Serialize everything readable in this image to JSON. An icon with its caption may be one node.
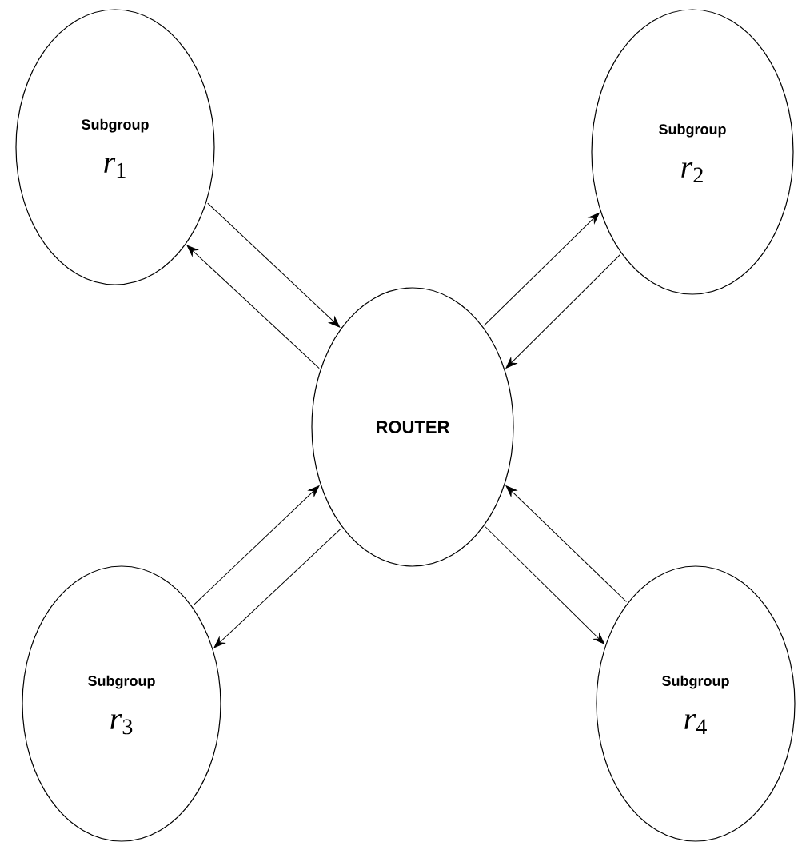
{
  "diagram": {
    "nodes": [
      {
        "text": [
          "Subgroup",
          "*r*$_{1}$"
        ]
      },
      {
        "text": [
          "Subgroup",
          "*r*$_{2}$"
        ]
      },
      {
        "text": [
          "ROUTER"
        ]
      },
      {
        "text": [
          "Subgroup",
          "*r*$_{3}$"
        ]
      },
      {
        "text": [
          "Subgroup",
          "*r*$_{4}$"
        ]
      }
    ],
    "edges": [
      {
        "from": 0,
        "to": 2,
        "arrow": "to"
      },
      {
        "from": 2,
        "to": 0,
        "arrow": "to"
      },
      {
        "from": 2,
        "to": 1,
        "arrow": "to"
      },
      {
        "from": 1,
        "to": 2,
        "arrow": "to"
      },
      {
        "from": 3,
        "to": 2,
        "arrow": "to"
      },
      {
        "from": 2,
        "to": 3,
        "arrow": "to"
      },
      {
        "from": 2,
        "to": 4,
        "arrow": "to"
      },
      {
        "from": 4,
        "to": 2,
        "arrow": "to"
      }
    ]
  }
}
